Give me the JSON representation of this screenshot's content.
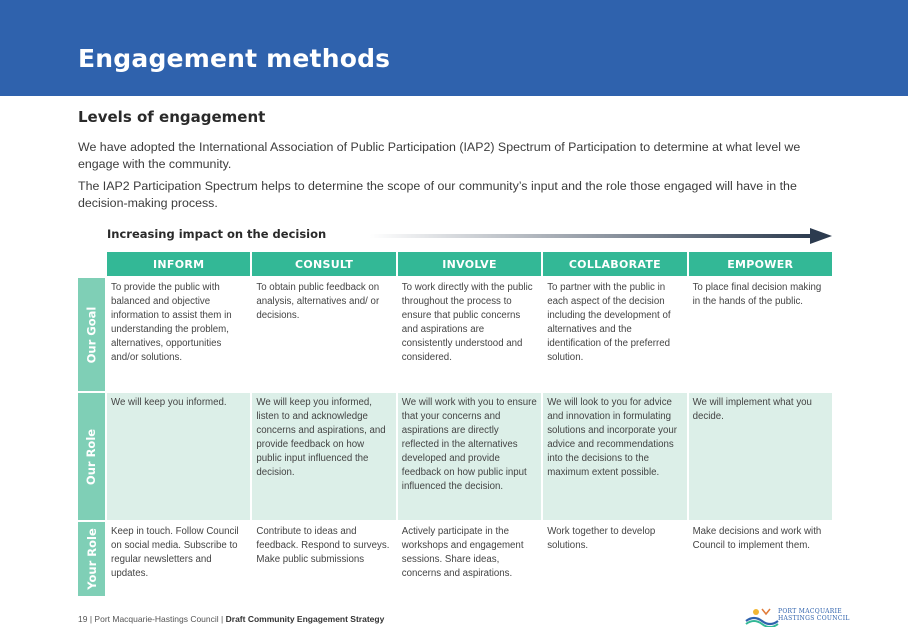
{
  "header": {
    "title": "Engagement methods"
  },
  "section": {
    "title": "Levels of engagement",
    "paragraph1": "We have adopted the International Association of Public Participation (IAP2) Spectrum of Participation to determine at what level we engage with the community.",
    "paragraph2": "The IAP2 Participation Spectrum helps to determine the scope of our community’s input and the role those engaged will have in the decision-making process."
  },
  "impact": {
    "label": "Increasing impact on the decision"
  },
  "columns": [
    "INFORM",
    "CONSULT",
    "INVOLVE",
    "COLLABORATE",
    "EMPOWER"
  ],
  "rows": [
    {
      "label": "Our Goal",
      "cells": [
        "To provide the public with balanced and objective information to assist them in understanding the problem, alternatives, opportunities and/or solutions.",
        "To obtain public feedback on analysis, alternatives and/ or decisions.",
        "To work directly with the public throughout the process to ensure that public concerns and aspirations are consistently understood and considered.",
        "To partner with the public in each aspect of the decision including the development of alternatives and the identification of the preferred solution.",
        "To place final decision making in the hands of the public."
      ]
    },
    {
      "label": "Our Role",
      "cells": [
        "We will keep you informed.",
        "We will keep you informed, listen to and acknowledge concerns and aspirations, and provide feedback on how public input influenced the decision.",
        "We will work with you to ensure that your concerns and aspirations are directly reflected in the alternatives developed and provide feedback on how public input influenced the decision.",
        "We will look to you for advice and innovation in formulating solutions and incorporate your advice and recommendations into the decisions to the maximum extent possible.",
        "We will implement what you decide."
      ]
    },
    {
      "label": "Your Role",
      "cells": [
        "Keep in touch. Follow Council on social media. Subscribe to regular newsletters and updates.",
        "Contribute to ideas and feedback. Respond to surveys. Make public submissions",
        "Actively participate in the workshops and engagement sessions. Share ideas, concerns and aspirations.",
        "Work together to develop solutions.",
        "Make decisions and work with Council to implement them."
      ]
    }
  ],
  "footer": {
    "page_number": "19",
    "org": "Port Macquarie-Hastings Council",
    "doc_title": "Draft Community Engagement Strategy"
  },
  "logo": {
    "line1": "PORT MACQUARIE",
    "line2": "HASTINGS COUNCIL"
  },
  "colors": {
    "header_bg": "#2f62ad",
    "column_header": "#33b896",
    "row_header": "#7fcfb6",
    "mid_row": "#dcefe8"
  }
}
